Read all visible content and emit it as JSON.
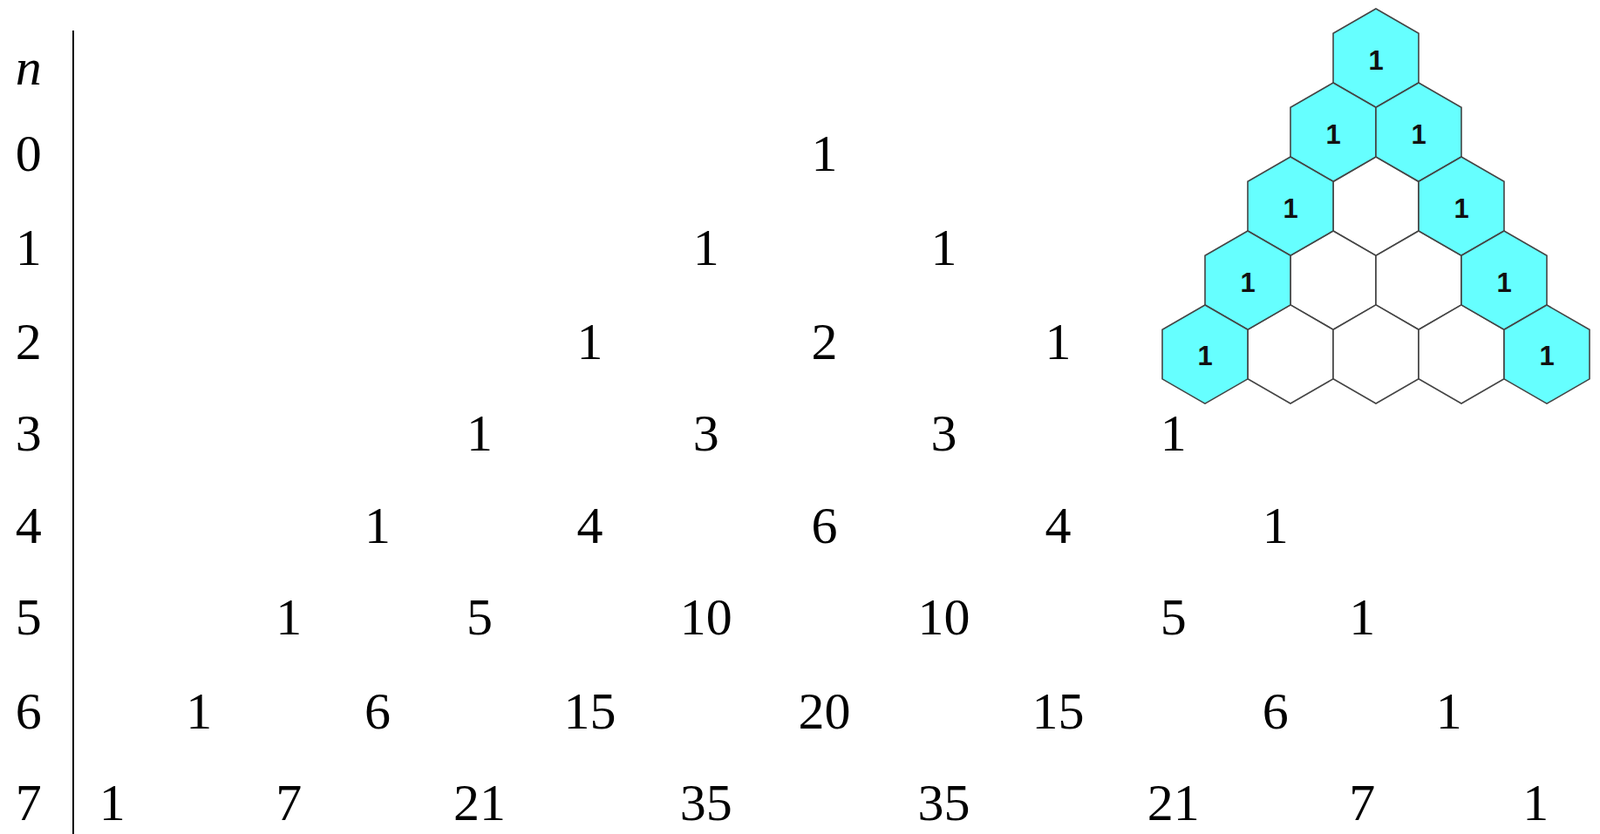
{
  "diagram": {
    "nodes": [
      {
        "text": [
          "1"
        ]
      },
      {
        "text": [
          "1"
        ]
      },
      {
        "text": [
          "1"
        ]
      },
      {
        "text": [
          "1"
        ]
      },
      {
        "text": [
          "1"
        ]
      },
      {
        "text": [
          "1"
        ]
      },
      {
        "text": [
          "1"
        ]
      },
      {
        "text": [
          "1"
        ]
      },
      {
        "text": [
          "1"
        ]
      }
    ],
    "labels": [
      "n",
      "0",
      "1",
      "1",
      "1",
      "1",
      "2",
      "1",
      "2",
      "1",
      "3",
      "1",
      "3",
      "3",
      "1",
      "4",
      "1",
      "4",
      "6",
      "4",
      "1",
      "5",
      "1",
      "5",
      "10",
      "10",
      "5",
      "1",
      "6",
      "1",
      "6",
      "15",
      "20",
      "15",
      "6",
      "1",
      "7",
      "1",
      "7",
      "21",
      "35",
      "35",
      "21",
      "7",
      "1"
    ]
  }
}
